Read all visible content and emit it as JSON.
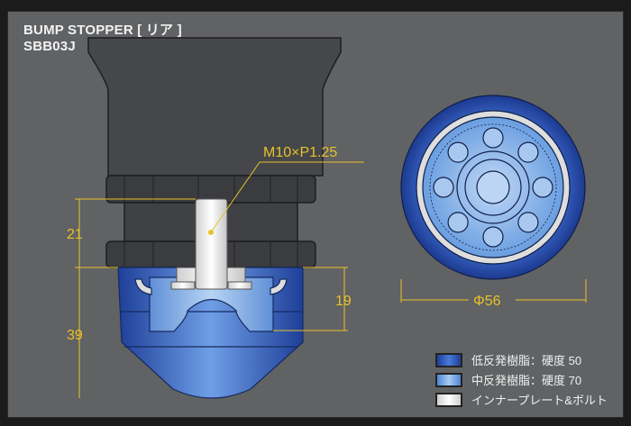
{
  "title": "BUMP STOPPER [ リア ]",
  "model": "SBB03J",
  "annotations": {
    "thread": "M10×P1.25",
    "dim_bolt_height": "21",
    "dim_total_height": "39",
    "dim_inner_height": "19",
    "dim_diameter": "Φ56"
  },
  "legend": [
    {
      "label": "低反発樹脂：硬度 50",
      "color": "#2d56b8"
    },
    {
      "label": "中反発樹脂：硬度 70",
      "color": "#6aa0e0"
    },
    {
      "label": "インナープレート&ボルト",
      "color": "#e6e6e6"
    }
  ],
  "colors": {
    "background": "#606264",
    "dimension": "#e8c22a",
    "housing": "#3f4144"
  }
}
